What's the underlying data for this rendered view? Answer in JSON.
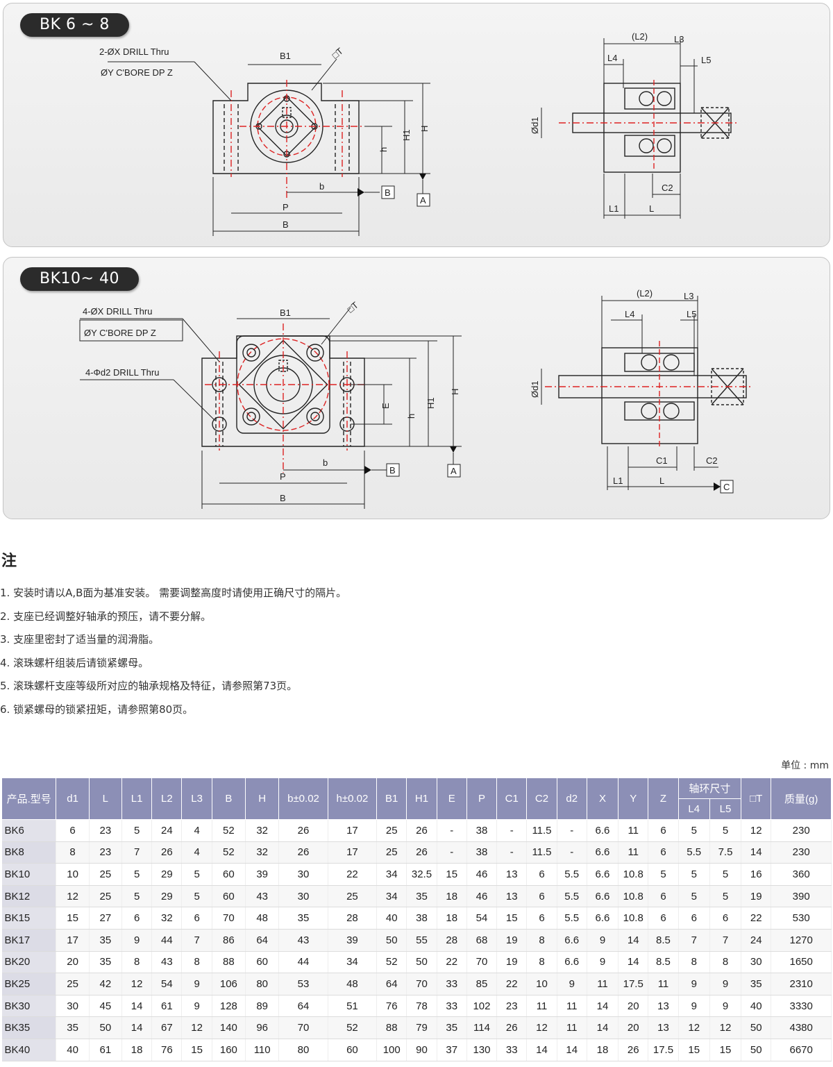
{
  "panel1": {
    "title": "BK 6 ~ 8",
    "callout1": "2-ØX DRILL Thru",
    "callout2": "ØY C'BORE DP Z",
    "labels": {
      "B1": "B1",
      "T": "□T",
      "H": "H",
      "H1": "H1",
      "h": "h",
      "b": "b",
      "P": "P",
      "B": "B",
      "refB": "B",
      "refA": "A",
      "d1": "Ød1",
      "L2": "(L2)",
      "L3": "L3",
      "L4": "L4",
      "L5": "L5",
      "C2": "C2",
      "L1": "L1",
      "L": "L"
    }
  },
  "panel2": {
    "title": "BK10~ 40",
    "callout1": "4-ØX DRILL Thru",
    "callout2": "ØY C'BORE  DP Z",
    "callout3": "4-Φd2 DRILL Thru",
    "labels": {
      "B1": "B1",
      "T": "□T",
      "H": "H",
      "H1": "H1",
      "h": "h",
      "E": "E",
      "b": "b",
      "P": "P",
      "B": "B",
      "refB": "B",
      "refA": "A",
      "refC": "C",
      "d1": "Ød1",
      "L2": "(L2)",
      "L3": "L3",
      "L4": "L4",
      "L5": "L5",
      "C1": "C1",
      "C2": "C2",
      "L1": "L1",
      "L": "L"
    }
  },
  "notes": {
    "title": "注",
    "items": [
      "1. 安装时请以A,B面为基准安装。 需要调整高度时请使用正确尺寸的隔片。",
      "2. 支座已经调整好轴承的预压，请不要分解。",
      "3. 支座里密封了适当量的润滑脂。",
      "4. 滚珠螺杆组装后请锁紧螺母。",
      "5. 滚珠螺杆支座等级所对应的轴承规格及特征，请参照第73页。",
      "6. 锁紧螺母的锁紧扭矩，请参照第80页。"
    ]
  },
  "unit": "单位 : mm",
  "table": {
    "group_header": "轴环尺寸",
    "headers": [
      "产品.型号",
      "d1",
      "L",
      "L1",
      "L2",
      "L3",
      "B",
      "H",
      "b±0.02",
      "h±0.02",
      "B1",
      "H1",
      "E",
      "P",
      "C1",
      "C2",
      "d2",
      "X",
      "Y",
      "Z",
      "L4",
      "L5",
      "□T",
      "质量(g)"
    ],
    "rows": [
      [
        "BK6",
        "6",
        "23",
        "5",
        "24",
        "4",
        "52",
        "32",
        "26",
        "17",
        "25",
        "26",
        "-",
        "38",
        "-",
        "11.5",
        "-",
        "6.6",
        "11",
        "6",
        "5",
        "5",
        "12",
        "230"
      ],
      [
        "BK8",
        "8",
        "23",
        "7",
        "26",
        "4",
        "52",
        "32",
        "26",
        "17",
        "25",
        "26",
        "-",
        "38",
        "-",
        "11.5",
        "-",
        "6.6",
        "11",
        "6",
        "5.5",
        "7.5",
        "14",
        "230"
      ],
      [
        "BK10",
        "10",
        "25",
        "5",
        "29",
        "5",
        "60",
        "39",
        "30",
        "22",
        "34",
        "32.5",
        "15",
        "46",
        "13",
        "6",
        "5.5",
        "6.6",
        "10.8",
        "5",
        "5",
        "5",
        "16",
        "360"
      ],
      [
        "BK12",
        "12",
        "25",
        "5",
        "29",
        "5",
        "60",
        "43",
        "30",
        "25",
        "34",
        "35",
        "18",
        "46",
        "13",
        "6",
        "5.5",
        "6.6",
        "10.8",
        "6",
        "5",
        "5",
        "19",
        "390"
      ],
      [
        "BK15",
        "15",
        "27",
        "6",
        "32",
        "6",
        "70",
        "48",
        "35",
        "28",
        "40",
        "38",
        "18",
        "54",
        "15",
        "6",
        "5.5",
        "6.6",
        "10.8",
        "6",
        "6",
        "6",
        "22",
        "530"
      ],
      [
        "BK17",
        "17",
        "35",
        "9",
        "44",
        "7",
        "86",
        "64",
        "43",
        "39",
        "50",
        "55",
        "28",
        "68",
        "19",
        "8",
        "6.6",
        "9",
        "14",
        "8.5",
        "7",
        "7",
        "24",
        "1270"
      ],
      [
        "BK20",
        "20",
        "35",
        "8",
        "43",
        "8",
        "88",
        "60",
        "44",
        "34",
        "52",
        "50",
        "22",
        "70",
        "19",
        "8",
        "6.6",
        "9",
        "14",
        "8.5",
        "8",
        "8",
        "30",
        "1650"
      ],
      [
        "BK25",
        "25",
        "42",
        "12",
        "54",
        "9",
        "106",
        "80",
        "53",
        "48",
        "64",
        "70",
        "33",
        "85",
        "22",
        "10",
        "9",
        "11",
        "17.5",
        "11",
        "9",
        "9",
        "35",
        "2310"
      ],
      [
        "BK30",
        "30",
        "45",
        "14",
        "61",
        "9",
        "128",
        "89",
        "64",
        "51",
        "76",
        "78",
        "33",
        "102",
        "23",
        "11",
        "11",
        "14",
        "20",
        "13",
        "9",
        "9",
        "40",
        "3330"
      ],
      [
        "BK35",
        "35",
        "50",
        "14",
        "67",
        "12",
        "140",
        "96",
        "70",
        "52",
        "88",
        "79",
        "35",
        "114",
        "26",
        "12",
        "11",
        "14",
        "20",
        "13",
        "12",
        "12",
        "50",
        "4380"
      ],
      [
        "BK40",
        "40",
        "61",
        "18",
        "76",
        "15",
        "160",
        "110",
        "80",
        "60",
        "100",
        "90",
        "37",
        "130",
        "33",
        "14",
        "14",
        "18",
        "26",
        "17.5",
        "15",
        "15",
        "50",
        "6670"
      ]
    ]
  }
}
